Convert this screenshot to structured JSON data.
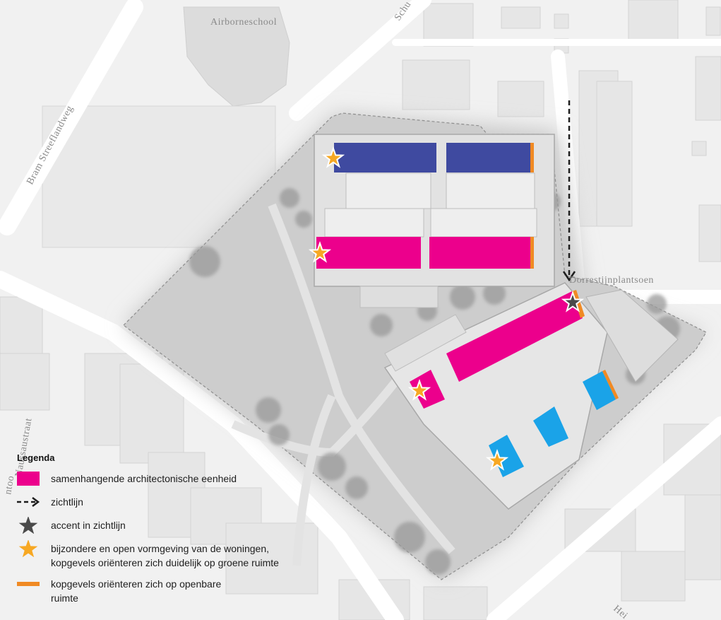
{
  "map_labels": {
    "school": "Airborneschool",
    "street_schu": "Schu",
    "street_bram": "Bram Streeflandweg",
    "street_dorrestijn": "Dorrestijnplantsoen",
    "street_naussau": "Naussaustraat",
    "street_ntoo": "ntoo",
    "street_hei": "Hei"
  },
  "colors": {
    "magenta": "#ec008c",
    "blue": "#3f4aa0",
    "cyan": "#1aa3e8",
    "orange": "#f08a24",
    "star_yellow": "#f7a823",
    "star_dark": "#4a4a4a"
  },
  "legend": {
    "title": "Legenda",
    "items": [
      {
        "symbol": "magenta-rect-icon",
        "label": "samenhangende architectonische eenheid"
      },
      {
        "symbol": "dashed-arrow-icon",
        "label": "zichtlijn"
      },
      {
        "symbol": "dark-star-icon",
        "label": "accent in zichtlijn"
      },
      {
        "symbol": "yellow-star-icon",
        "label_line1": "bijzondere en open vormgeving van de woningen,",
        "label_line2": "kopgevels oriënteren zich duidelijk op groene ruimte"
      },
      {
        "symbol": "orange-line-icon",
        "label_line1": "kopgevels oriënteren zich op openbare",
        "label_line2": "ruimte"
      }
    ]
  }
}
